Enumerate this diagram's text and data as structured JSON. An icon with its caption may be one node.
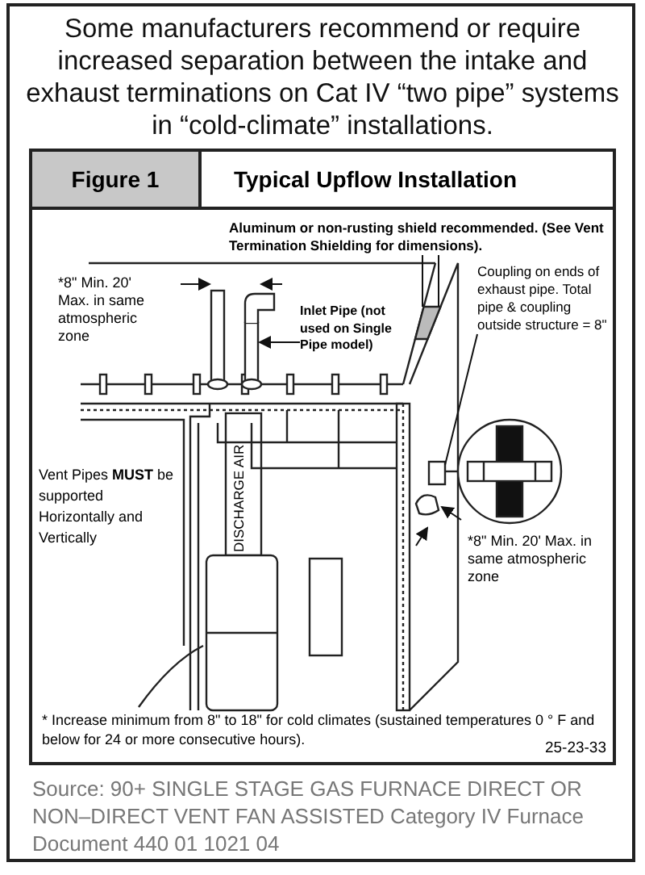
{
  "diagram": {
    "title": "Some manufacturers recommend or require increased separation between the intake and exhaust terminations on Cat IV “two pipe” systems in “cold-climate” installations.",
    "caption": "Source: 90+ SINGLE STAGE GAS FURNACE DIRECT OR NON–DIRECT VENT FAN ASSISTED Category IV Furnace Document 440 01 1021 04",
    "nodes": [
      {
        "text": [
          "Aluminum or non-rusting shield recommended. (See Vent Termination Shielding for dimensions)."
        ]
      },
      {
        "text": [
          "Inlet Pipe (not used on Single Pipe model)"
        ]
      },
      {
        "text": [
          "Coupling on ends of exhaust pipe. Total pipe & coupling outside structure = 8\""
        ]
      },
      {
        "text": [],
        "shape": "bar"
      },
      {
        "text": [],
        "shape": "box"
      }
    ],
    "edges": [
      {
        "from": 0,
        "to": 3,
        "arrow": "none"
      },
      {
        "from": 0,
        "to": 3,
        "arrow": "none"
      },
      {
        "from": 1,
        "to": null,
        "arrow": "to"
      },
      {
        "from": 2,
        "to": 4,
        "arrow": "none"
      }
    ],
    "labels": [
      "Figure 1",
      "Typical Upflow Installation",
      "*8\" Min. 20' Max. in same atmospheric zone",
      "Vent Pipes **MUST** be supported Horizontally and Vertically",
      "DISCHARGE AIR",
      "*8\" Min. 20' Max. in same atmospheric zone",
      "* Increase minimum from 8\" to 18\" for cold climates (sustained temperatures 0 ° F and below for 24 or more consecutive hours).",
      "25-23-33"
    ]
  }
}
